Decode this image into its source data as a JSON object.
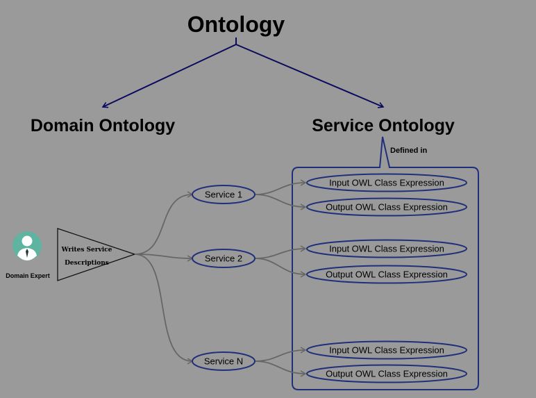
{
  "title": "Ontology",
  "branches": {
    "domain": "Domain Ontology",
    "service": "Service Ontology"
  },
  "callout_label": "Defined in",
  "actor": {
    "label": "Domain Expert",
    "icon": "person-avatar-icon"
  },
  "action": {
    "line1": "Writes Service",
    "line2": "Descriptions"
  },
  "services": [
    {
      "label": "Service 1",
      "input": "Input OWL Class Expression",
      "output": "Output OWL Class Expression"
    },
    {
      "label": "Service 2",
      "input": "Input OWL Class Expression",
      "output": "Output OWL Class Expression"
    },
    {
      "label": "Service N",
      "input": "Input OWL Class Expression",
      "output": "Output OWL Class Expression"
    }
  ],
  "colors": {
    "background": "#9a9a9a",
    "node_stroke": "#1f2f7a",
    "tree_line": "#0a0a5e",
    "connector": "#666666",
    "avatar": "#5fb3a1"
  }
}
